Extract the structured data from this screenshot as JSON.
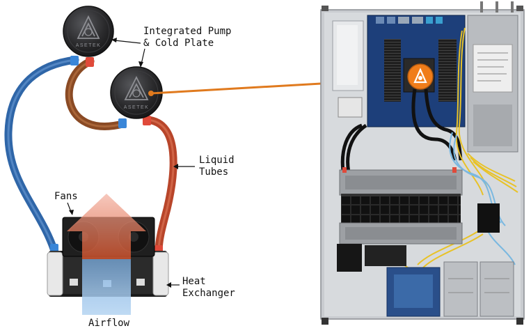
{
  "labels": {
    "pump": [
      "Integrated Pump",
      "& Cold Plate"
    ],
    "tubes": [
      "Liquid",
      "Tubes"
    ],
    "fans": "Fans",
    "heat_exchanger": [
      "Heat",
      "Exchanger"
    ],
    "airflow": "Airflow"
  },
  "pump_logo_text": "ASETEK",
  "colors": {
    "blue_tube": "#2f66a8",
    "brown_tube": "#8a4a24",
    "red_tube": "#b8452a",
    "blue_cap": "#3a86d8",
    "red_cap": "#e04a3a",
    "pump_body": "#2b2b2d",
    "leader_line": "#e07a1e",
    "cpu_block": "#f07d1a",
    "airflow_red": "#e0643a",
    "airflow_blue": "#8ab8e6",
    "chassis": "#c9ccd0",
    "motherboard": "#1d3f7a"
  }
}
